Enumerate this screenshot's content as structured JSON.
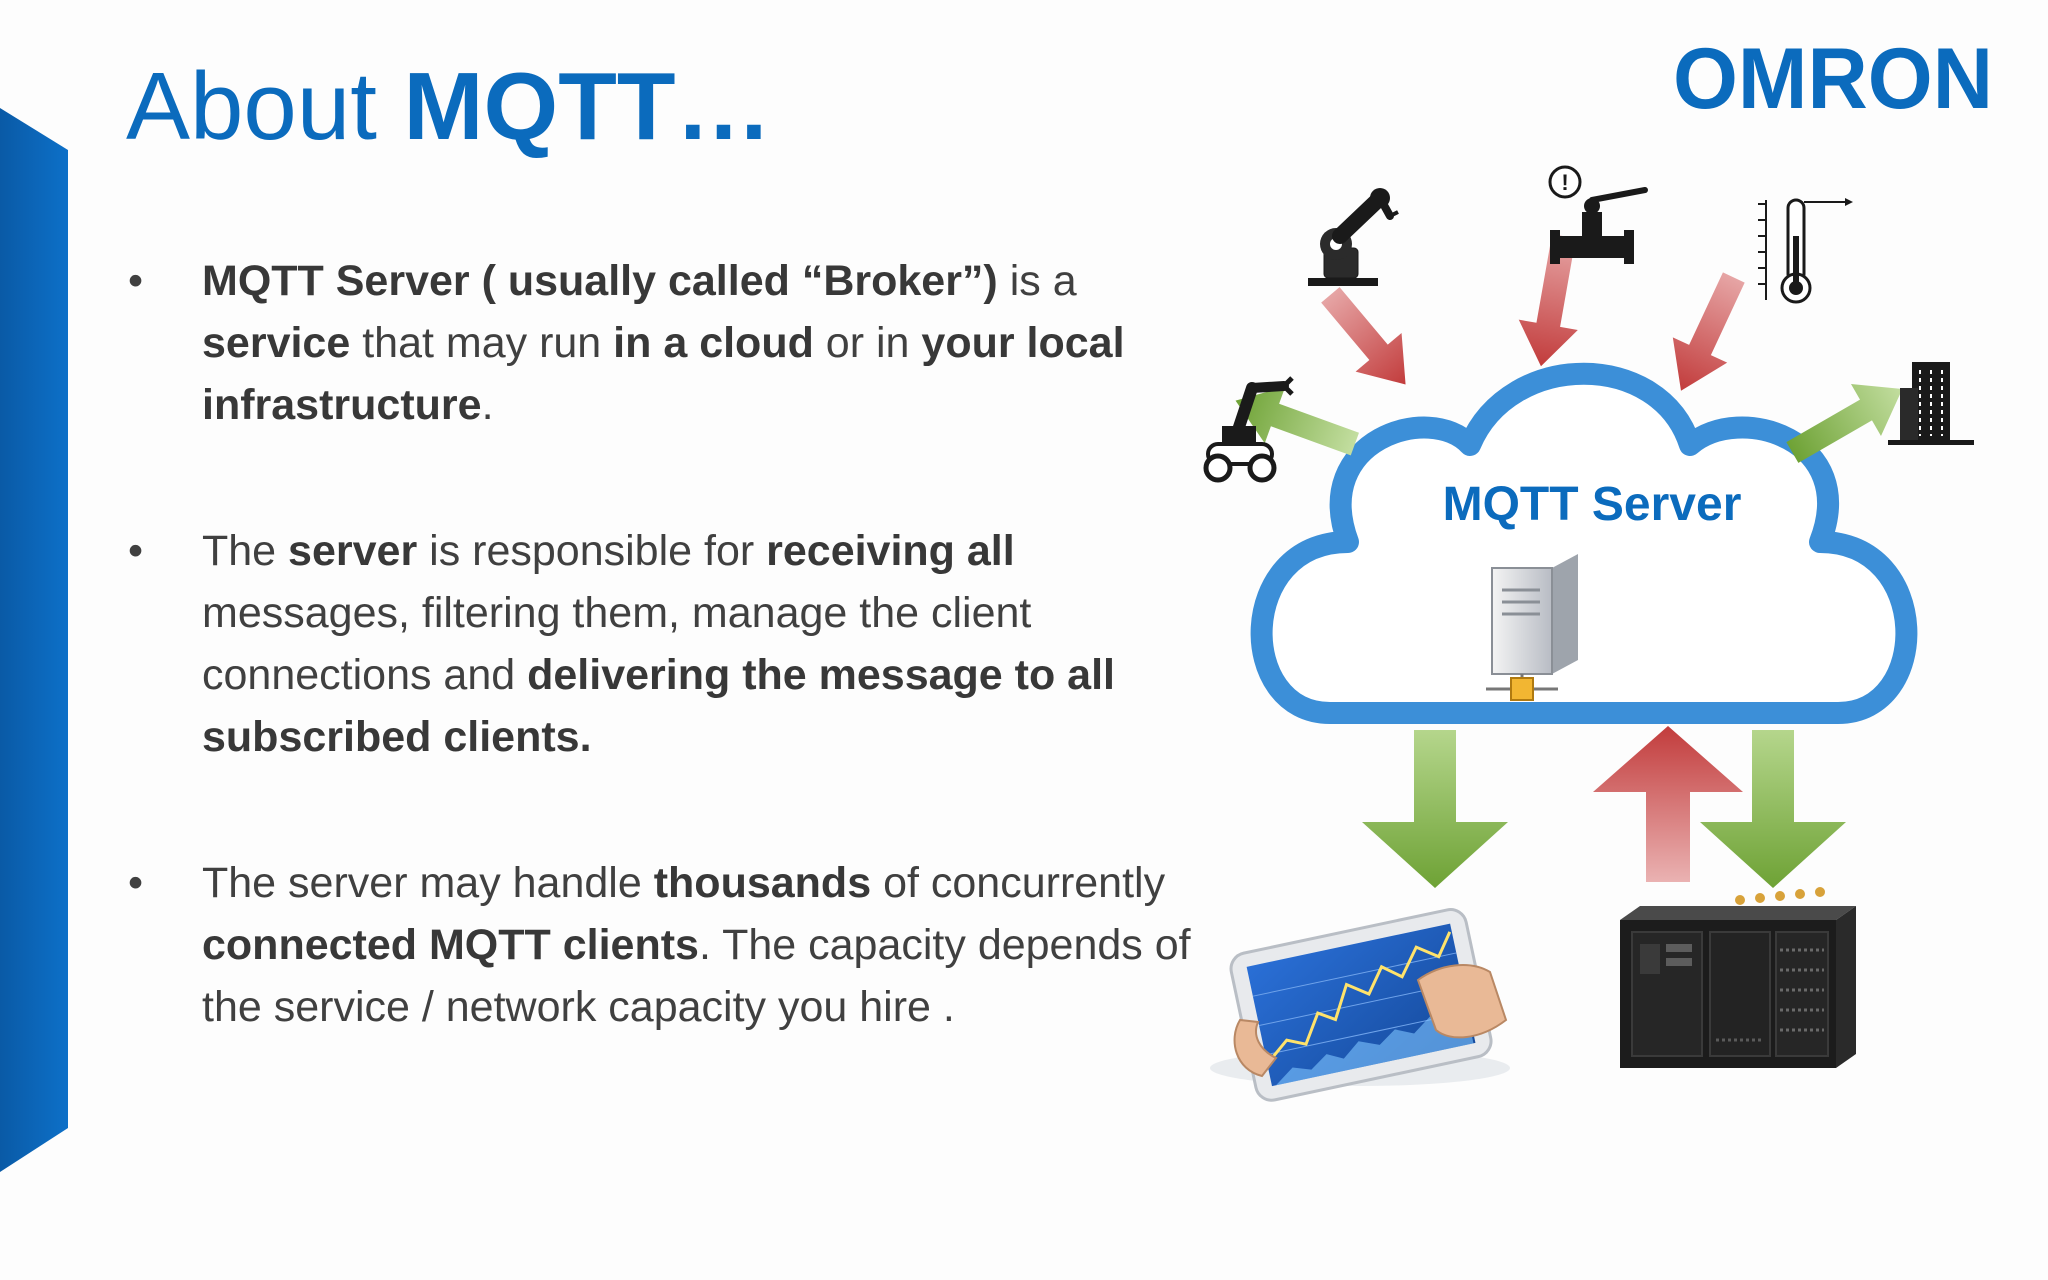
{
  "slide": {
    "title_prefix": "About ",
    "title_bold": "MQTT…",
    "logo_text": "OMRON",
    "colors": {
      "brand_blue": "#0b6bbd",
      "arrow_green": "#7fb241",
      "arrow_red": "#c64a4a"
    }
  },
  "bullets": [
    {
      "marker": "•",
      "parts": [
        {
          "text": "MQTT Server ( usually called “Broker”)",
          "bold": true
        },
        {
          "text": " is a ",
          "bold": false
        },
        {
          "text": "service",
          "bold": true
        },
        {
          "text": " that may run ",
          "bold": false
        },
        {
          "text": "in a cloud",
          "bold": true
        },
        {
          "text": " or in ",
          "bold": false
        },
        {
          "text": "your local infrastructure",
          "bold": true
        },
        {
          "text": ".",
          "bold": false
        }
      ]
    },
    {
      "marker": "•",
      "parts": [
        {
          "text": "The ",
          "bold": false
        },
        {
          "text": "server",
          "bold": true
        },
        {
          "text": " is responsible for ",
          "bold": false
        },
        {
          "text": "receiving all",
          "bold": true
        },
        {
          "text": " messages, filtering them, manage the client connections and ",
          "bold": false
        },
        {
          "text": "delivering the message to all subscribed clients.",
          "bold": true
        }
      ]
    },
    {
      "marker": "•",
      "parts": [
        {
          "text": "The server may handle ",
          "bold": false
        },
        {
          "text": "thousands",
          "bold": true
        },
        {
          "text": " of concurrently ",
          "bold": false
        },
        {
          "text": "connected MQTT clients",
          "bold": true
        },
        {
          "text": ". The capacity depends of the service  / network capacity you hire .",
          "bold": false
        }
      ]
    }
  ],
  "diagram": {
    "cloud_label": "MQTT Server",
    "icons": [
      "robot-arm-icon",
      "valve-alert-icon",
      "thermometer-icon",
      "mobile-robot-icon",
      "building-icon",
      "server-icon",
      "tablet-chart-icon",
      "plc-controller-icon"
    ]
  }
}
